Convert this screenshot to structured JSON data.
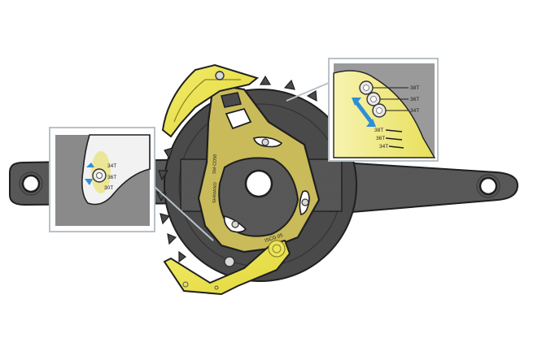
{
  "illustration": {
    "subject": "Crankset with chain guide",
    "colors": {
      "background": "#ffffff",
      "crank_arm": "#5f5f5f",
      "chainring": "#4a4a4a",
      "guide_plate": "#c9bb5a",
      "guide_parts": "#e8e02a",
      "inset_border": "#b9c2c8",
      "arrow": "#2f8fd6",
      "outline": "#1f1f1f"
    },
    "guide_plate_labels": {
      "brand": "SHIMANO",
      "model": "SM-CD50",
      "mount": "ISCG 05"
    },
    "inset_right": {
      "bolt_labels": [
        "38T",
        "36T",
        "34T"
      ],
      "scale_labels": [
        "38T",
        "36T",
        "34T"
      ]
    },
    "inset_left": {
      "labels": [
        "34T",
        "36T",
        "30T"
      ]
    }
  }
}
